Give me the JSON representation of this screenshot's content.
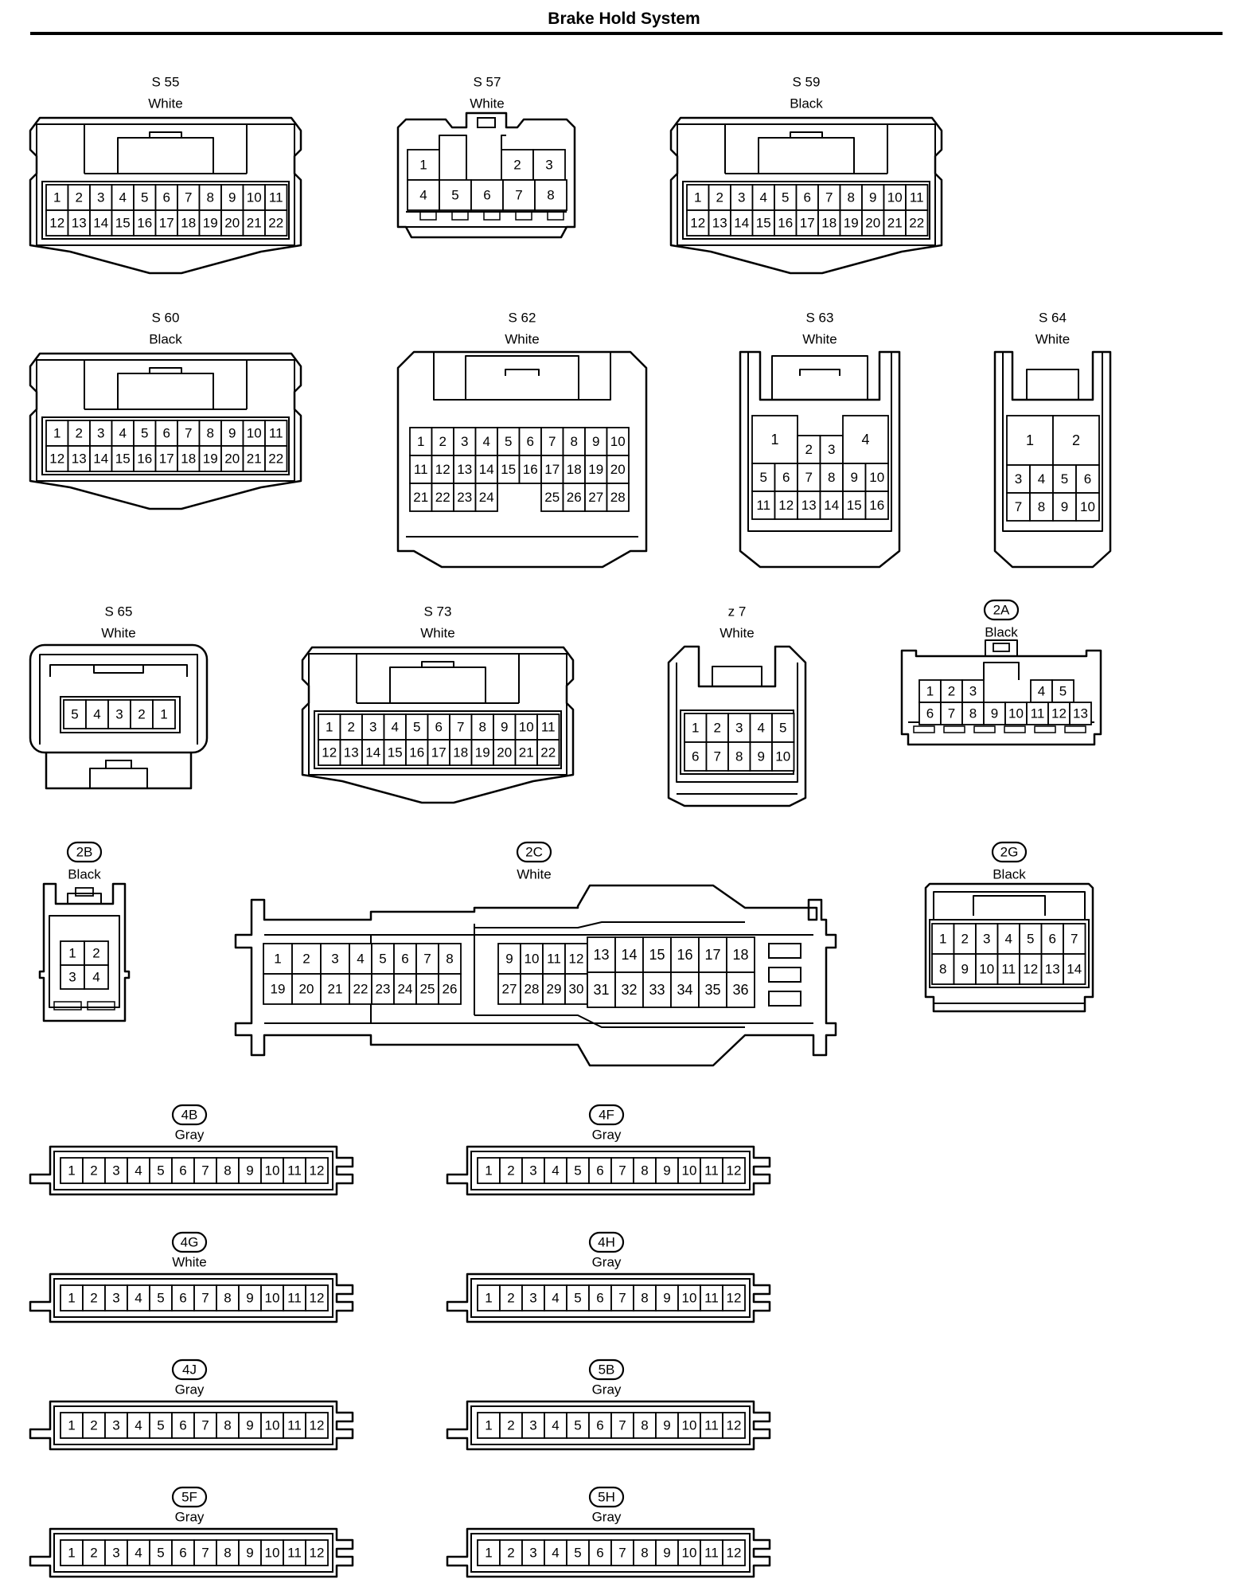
{
  "title": "Brake Hold System",
  "connectors": [
    {
      "id": "S55",
      "label": "S 55",
      "color": "White",
      "circled": false
    },
    {
      "id": "S57",
      "label": "S 57",
      "color": "White",
      "circled": false
    },
    {
      "id": "S59",
      "label": "S 59",
      "color": "Black",
      "circled": false
    },
    {
      "id": "S60",
      "label": "S 60",
      "color": "Black",
      "circled": false
    },
    {
      "id": "S62",
      "label": "S 62",
      "color": "White",
      "circled": false
    },
    {
      "id": "S63",
      "label": "S 63",
      "color": "White",
      "circled": false
    },
    {
      "id": "S64",
      "label": "S 64",
      "color": "White",
      "circled": false
    },
    {
      "id": "S65",
      "label": "S 65",
      "color": "White",
      "circled": false
    },
    {
      "id": "S73",
      "label": "S 73",
      "color": "White",
      "circled": false
    },
    {
      "id": "z7",
      "label": "z 7",
      "color": "White",
      "circled": false
    },
    {
      "id": "2A",
      "label": "2A",
      "color": "Black",
      "circled": true
    },
    {
      "id": "2B",
      "label": "2B",
      "color": "Black",
      "circled": true
    },
    {
      "id": "2C",
      "label": "2C",
      "color": "White",
      "circled": true
    },
    {
      "id": "2G",
      "label": "2G",
      "color": "Black",
      "circled": true
    },
    {
      "id": "4B",
      "label": "4B",
      "color": "Gray",
      "circled": true
    },
    {
      "id": "4F",
      "label": "4F",
      "color": "Gray",
      "circled": true
    },
    {
      "id": "4G",
      "label": "4G",
      "color": "White",
      "circled": true
    },
    {
      "id": "4H",
      "label": "4H",
      "color": "Gray",
      "circled": true
    },
    {
      "id": "4J",
      "label": "4J",
      "color": "Gray",
      "circled": true
    },
    {
      "id": "5B",
      "label": "5B",
      "color": "Gray",
      "circled": true
    },
    {
      "id": "5F",
      "label": "5F",
      "color": "Gray",
      "circled": true
    },
    {
      "id": "5H",
      "label": "5H",
      "color": "Gray",
      "circled": true
    }
  ]
}
